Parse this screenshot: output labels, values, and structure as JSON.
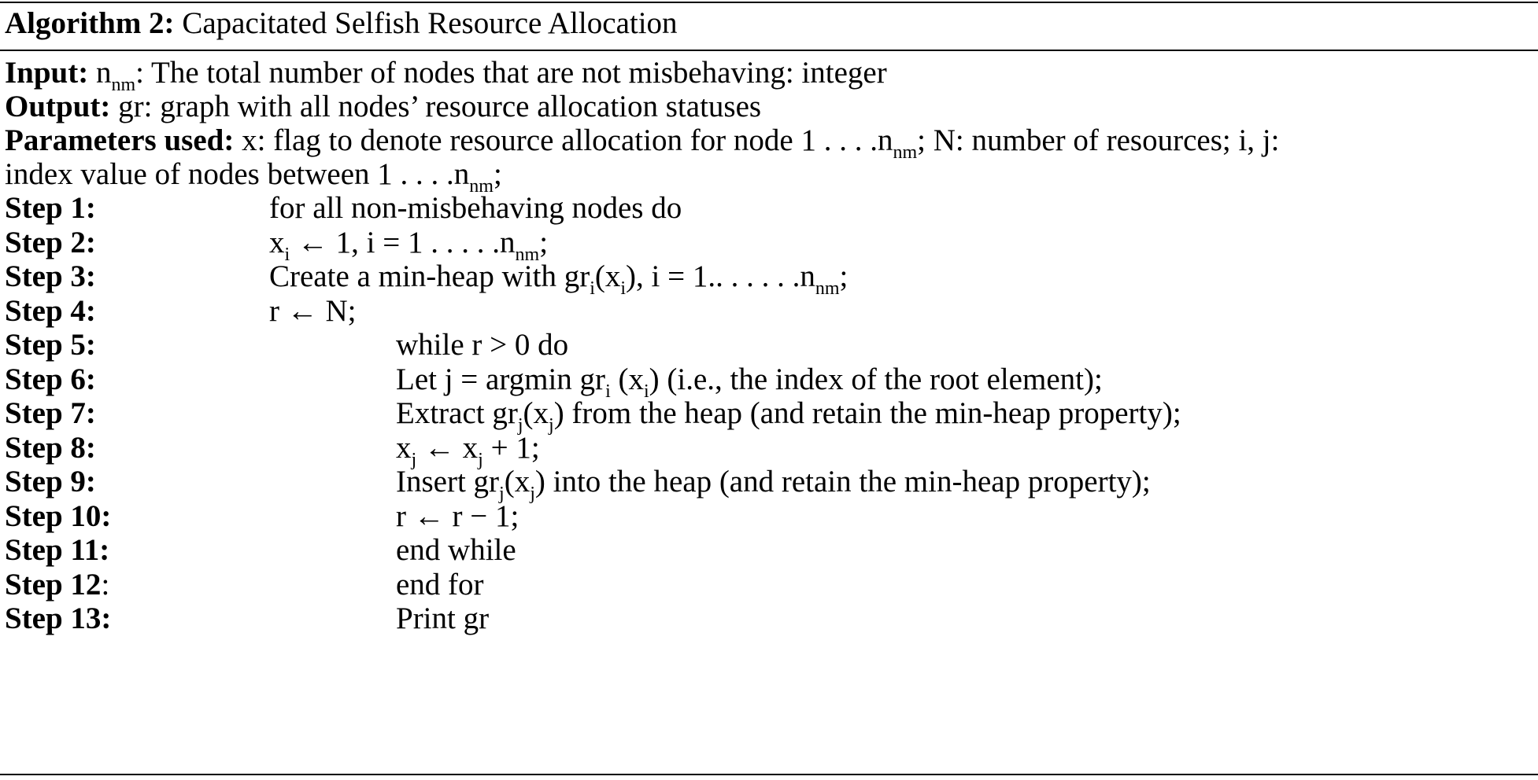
{
  "algorithm": {
    "label": "Algorithm 2:",
    "title": "Capacitated Selfish Resource Allocation"
  },
  "input": {
    "label": "Input:",
    "var": "n",
    "var_sub": "nm",
    "text": ": The total number of nodes that are not misbehaving: integer"
  },
  "output": {
    "label": "Output:",
    "text": "gr: graph with all nodes’ resource allocation statuses"
  },
  "parameters": {
    "label": "Parameters used:",
    "line1_a": "x: flag to denote resource allocation for node 1 . . . .n",
    "line1_sub": "nm",
    "line1_b": "; N: number of resources; i, j:",
    "line2_a": "index value of nodes between 1 . . . .n",
    "line2_sub": "nm",
    "line2_b": ";"
  },
  "steps": [
    {
      "label": "Step 1:",
      "parts": [
        {
          "t": "for all non-misbehaving nodes do"
        }
      ]
    },
    {
      "label": "Step 2:",
      "parts": [
        {
          "t": "x"
        },
        {
          "s": "i"
        },
        {
          "t": " ← 1, i = 1 . . . . .n"
        },
        {
          "s": "nm"
        },
        {
          "t": ";"
        }
      ]
    },
    {
      "label": "Step 3:",
      "parts": [
        {
          "t": "Create a min-heap with gr"
        },
        {
          "s": "i"
        },
        {
          "t": "(x"
        },
        {
          "s": "i"
        },
        {
          "t": "), i = 1.. . . . . .n"
        },
        {
          "s": "nm"
        },
        {
          "t": ";"
        }
      ]
    },
    {
      "label": "Step 4:",
      "parts": [
        {
          "t": "r ← N;"
        }
      ]
    },
    {
      "label": "Step 5:",
      "parts": [
        {
          "t": "while r > 0 do"
        }
      ]
    },
    {
      "label": "Step 6:",
      "parts": [
        {
          "t": "Let j = argmin gr"
        },
        {
          "s": "i"
        },
        {
          "t": " (x"
        },
        {
          "s": "i"
        },
        {
          "t": ") (i.e., the index of the root element);"
        }
      ]
    },
    {
      "label": "Step 7:",
      "parts": [
        {
          "t": "Extract gr"
        },
        {
          "s": "j"
        },
        {
          "t": "(x"
        },
        {
          "s": "j"
        },
        {
          "t": ") from the heap (and retain the min-heap property);"
        }
      ]
    },
    {
      "label": "Step 8:",
      "parts": [
        {
          "t": "x"
        },
        {
          "s": "j"
        },
        {
          "t": " ← x"
        },
        {
          "s": "j"
        },
        {
          "t": " + 1;"
        }
      ]
    },
    {
      "label": "Step 9:",
      "parts": [
        {
          "t": "Insert gr"
        },
        {
          "s": "j"
        },
        {
          "t": "(x"
        },
        {
          "s": "j"
        },
        {
          "t": ") into the heap (and retain the min-heap property);"
        }
      ]
    },
    {
      "label": "Step 10:",
      "parts": [
        {
          "t": "r ← r − 1;"
        }
      ]
    },
    {
      "label": "Step 11:",
      "parts": [
        {
          "t": "end while"
        }
      ]
    },
    {
      "label": "Step 12",
      "label_suffix": ":",
      "parts": [
        {
          "t": "end for"
        }
      ]
    },
    {
      "label": "Step 13:",
      "parts": [
        {
          "t": "Print gr"
        }
      ]
    }
  ]
}
